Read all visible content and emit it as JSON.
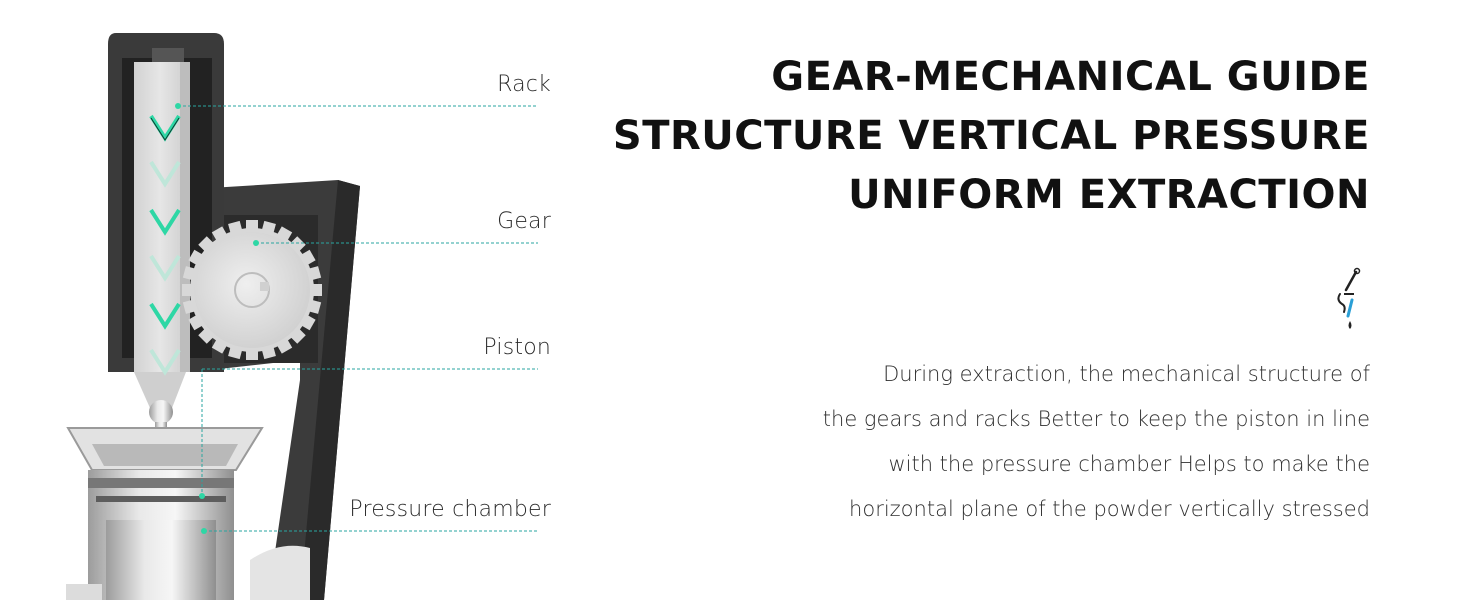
{
  "callouts": {
    "rack": "Rack",
    "gear": "Gear",
    "piston": "Piston",
    "pressure_chamber": "Pressure chamber"
  },
  "headline": {
    "line1": "GEAR-MECHANICAL GUIDE",
    "line2": "STRUCTURE VERTICAL PRESSURE",
    "line3": "UNIFORM EXTRACTION"
  },
  "description": {
    "line1": "During extraction, the mechanical structure of",
    "line2": "the gears and racks Better to keep the piston in line",
    "line3": "with the pressure chamber Helps to make the",
    "line4": "horizontal plane of the powder vertically stressed"
  },
  "colors": {
    "accent": "#2ed7a5",
    "housing": "#3a3a3a",
    "metal": "#c9c9c9",
    "icon_blue": "#2a9fd6"
  },
  "icons": {
    "arrow": "chevron-down-icon",
    "drop": "dropper-icon"
  }
}
